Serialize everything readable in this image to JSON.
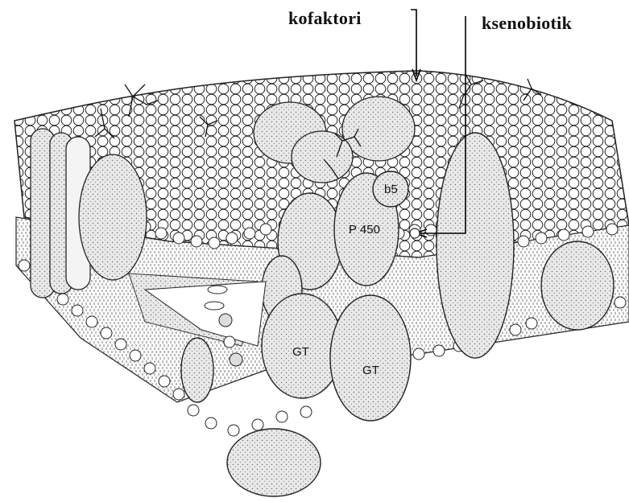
{
  "callouts": {
    "kofaktori": "kofaktori",
    "ksenobiotik": "ksenobiotik"
  },
  "protein_labels": {
    "b5": "b5",
    "p450": "P 450",
    "gt1": "GT",
    "gt2": "GT"
  }
}
